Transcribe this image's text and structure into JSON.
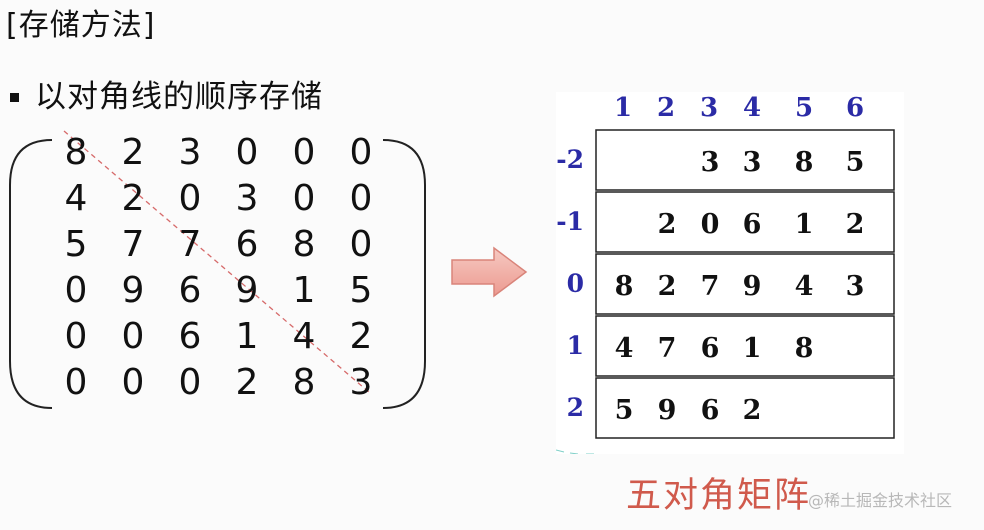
{
  "slide": {
    "title": "[存储方法]",
    "bullet": "以对角线的顺序存储",
    "caption": "五对角矩阵",
    "watermark": "@稀土掘金技术社区"
  },
  "matrix": {
    "rows": [
      [
        "8",
        "2",
        "3",
        "0",
        "0",
        "0"
      ],
      [
        "4",
        "2",
        "0",
        "3",
        "0",
        "0"
      ],
      [
        "5",
        "7",
        "7",
        "6",
        "8",
        "0"
      ],
      [
        "0",
        "9",
        "6",
        "9",
        "1",
        "5"
      ],
      [
        "0",
        "0",
        "6",
        "1",
        "4",
        "2"
      ],
      [
        "0",
        "0",
        "0",
        "2",
        "8",
        "3"
      ]
    ]
  },
  "storage": {
    "column_headers": [
      "1",
      "2",
      "3",
      "4",
      "5",
      "6"
    ],
    "row_labels": [
      "-2",
      "-1",
      "0",
      "1",
      "2"
    ],
    "rows": [
      [
        "",
        "",
        "3",
        "3",
        "8",
        "5"
      ],
      [
        "",
        "2",
        "0",
        "6",
        "1",
        "2"
      ],
      [
        "8",
        "2",
        "7",
        "9",
        "4",
        "3"
      ],
      [
        "4",
        "7",
        "6",
        "1",
        "8",
        ""
      ],
      [
        "5",
        "9",
        "6",
        "2",
        "",
        ""
      ]
    ]
  },
  "colors": {
    "text": "#111111",
    "header_blue": "#2b2ba6",
    "caption_red": "#d05a4c",
    "diagonal_red": "#d66a6a",
    "arrow_fill": "#f2b0a8",
    "arrow_stroke": "#d9847a"
  }
}
